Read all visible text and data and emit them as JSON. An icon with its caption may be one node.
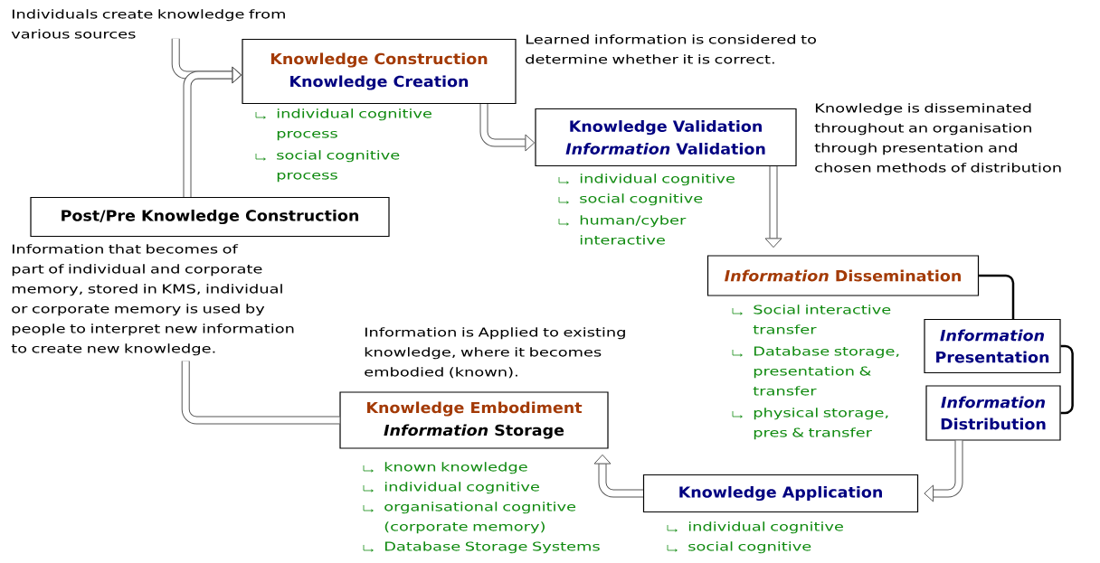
{
  "diagram": {
    "nodes": [
      {
        "text": [
          "Individuals create knowledge from various sources"
        ]
      },
      {
        "text": [
          "Knowledge Construction",
          "Knowledge Creation"
        ],
        "beside": [
          "individual cognitive process",
          "social cognitive process"
        ]
      },
      {
        "text": [
          "Knowledge Validation",
          "*Information* Validation"
        ],
        "beside": [
          "individual cognitive",
          "social cognitive",
          "human/cyber interactive"
        ]
      },
      {
        "text": [
          "Post/Pre Knowledge Construction"
        ],
        "beside": [
          "Information that becomes of part of individual and corporate memory, stored in KMS, individual or corporate memory is used by people to interpret new information to create new knowledge."
        ]
      },
      {
        "text": [
          "*Information* Dissemination"
        ],
        "beside": [
          "Social interactive transfer",
          "Database storage, presentation & transfer",
          "physical storage, pres & transfer"
        ]
      },
      {
        "text": [
          "*Information* Presentation"
        ]
      },
      {
        "text": [
          "*Information* Distribution"
        ]
      },
      {
        "text": [
          "Knowledge Embodiment",
          "*Information* Storage"
        ],
        "beside": [
          "known knowledge",
          "individual cognitive",
          "organisational cognitive (corporate memory)",
          "Database Storage Systems"
        ]
      },
      {
        "text": [
          "Knowledge Application"
        ],
        "beside": [
          "individual cognitive",
          "social cognitive"
        ]
      }
    ],
    "edges": [
      {
        "from": 0,
        "to": 1,
        "arrow": "to"
      },
      {
        "from": 3,
        "to": 1,
        "arrow": "to"
      },
      {
        "from": 1,
        "to": 2,
        "arrow": "to"
      },
      {
        "from": 2,
        "to": 4,
        "arrow": "to"
      },
      {
        "from": 4,
        "to": 5,
        "arrow": "none",
        "color": "#000000"
      },
      {
        "from": 5,
        "to": 6,
        "arrow": "none",
        "color": "#000000"
      },
      {
        "from": 6,
        "to": 8,
        "arrow": "to"
      },
      {
        "from": 8,
        "to": 7,
        "arrow": "to"
      },
      {
        "from": 7,
        "to": 3,
        "arrow": "none"
      }
    ],
    "labels": [
      "Learned information is considered to determine whether it is correct.",
      "Knowledge is disseminated throughout an organisation through presentation and chosen methods of distribution",
      "Information is Applied to existing knowledge, where it becomes embodied (known)."
    ]
  }
}
